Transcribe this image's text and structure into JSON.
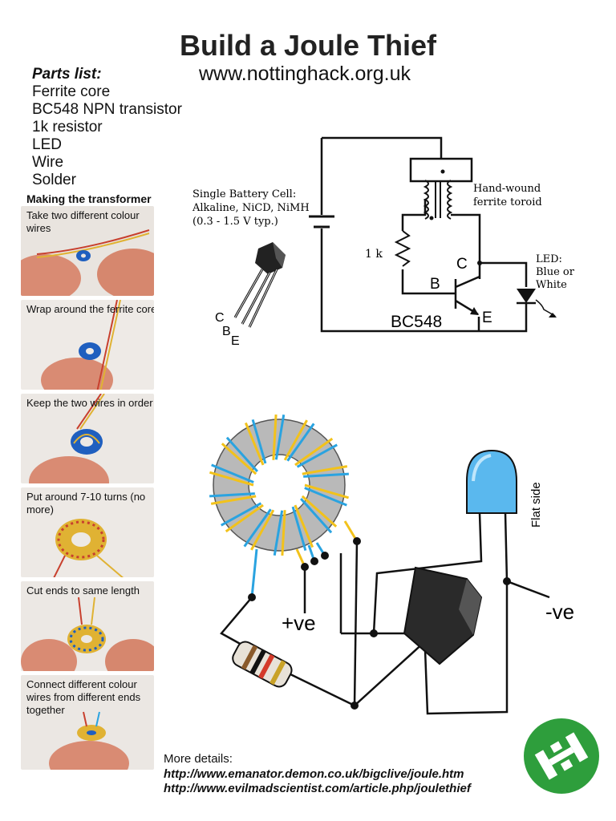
{
  "title": "Build a Joule Thief",
  "website": "www.nottinghack.org.uk",
  "parts": {
    "heading": "Parts list:",
    "items": [
      "Ferrite core",
      "BC548 NPN transistor",
      "1k resistor",
      "LED",
      "Wire",
      "Solder"
    ]
  },
  "transformer": {
    "heading": "Making the transformer",
    "steps": [
      {
        "caption": "Take two different colour wires"
      },
      {
        "caption": "Wrap around the ferrite core"
      },
      {
        "caption": "Keep the two wires in order"
      },
      {
        "caption": "Put around 7-10 turns (no more)"
      },
      {
        "caption": "Cut ends to same length"
      },
      {
        "caption": "Connect different colour wires from different ends together"
      }
    ]
  },
  "schematic": {
    "battery_line1": "Single Battery Cell:",
    "battery_line2": "Alkaline, NiCD, NiMH",
    "battery_line3": "(0.3 - 1.5 V typ.)",
    "toroid_line1": "Hand-wound",
    "toroid_line2": "ferrite toroid",
    "resistor_label": "1 k",
    "collector": "C",
    "base": "B",
    "emitter": "E",
    "transistor_name": "BC548",
    "led_line1": "LED:",
    "led_line2": "Blue or",
    "led_line3": "White",
    "pin_c": "C",
    "pin_b": "B",
    "pin_e": "E"
  },
  "wiring": {
    "positive": "+ve",
    "negative": "-ve",
    "flat_side": "Flat side"
  },
  "details": {
    "heading": "More details:",
    "links": [
      "http://www.emanator.demon.co.uk/bigclive/joule.htm",
      "http://www.evilmadscientist.com/article.php/joulethief"
    ]
  },
  "colors": {
    "wire_yellow": "#f2c21b",
    "wire_blue": "#2aa3e0",
    "core_grey": "#b9b9b9",
    "led_blue": "#5ab8ee",
    "logo_green": "#2e9e3c",
    "toroid_photo_blue": "#1f5fbf"
  }
}
